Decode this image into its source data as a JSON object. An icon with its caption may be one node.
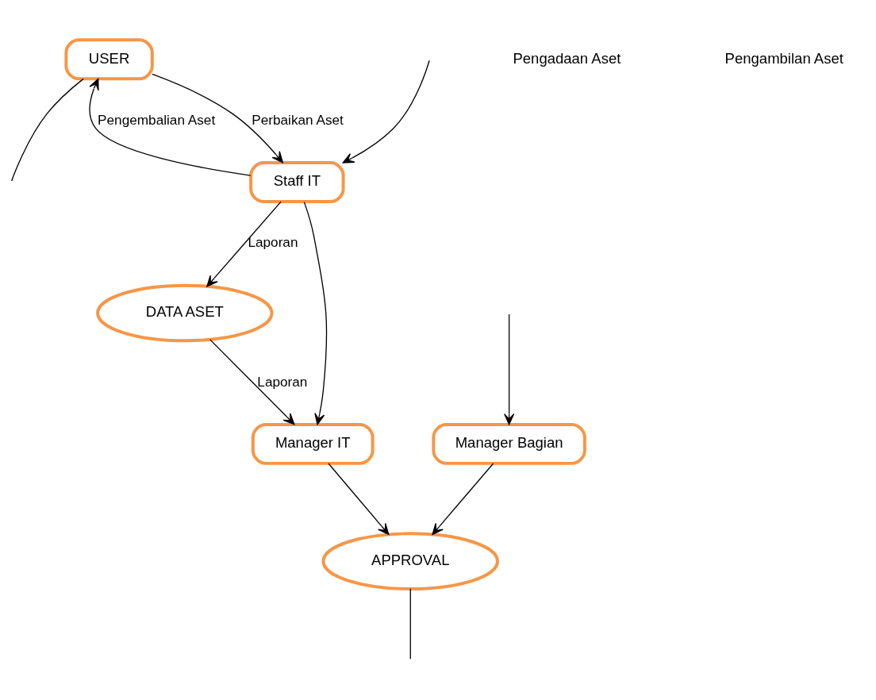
{
  "diagram": {
    "nodes": [
      {
        "text": [
          "USER"
        ]
      },
      {
        "text": [
          "Staff IT"
        ]
      },
      {
        "text": [
          "DATA ASET"
        ]
      },
      {
        "text": [
          "APPROVAL"
        ]
      },
      {
        "text": [
          "Manager IT"
        ]
      },
      {
        "text": [
          "Manager Bagian"
        ]
      }
    ],
    "edges": [
      {
        "from": 0,
        "to": 1,
        "arrow": "to",
        "label": "Perbaikan Aset"
      },
      {
        "from": 1,
        "to": 0,
        "arrow": "to",
        "label": "Pengembalian Aset"
      },
      {
        "from": 1,
        "to": 2,
        "arrow": "to",
        "label": "Laporan"
      },
      {
        "from": 2,
        "to": 4,
        "arrow": "to",
        "label": "Laporan"
      },
      {
        "from": 4,
        "to": 3,
        "arrow": "to"
      },
      {
        "from": 1,
        "to": 4,
        "arrow": "to"
      },
      {
        "from": 5,
        "to": 3,
        "arrow": "to"
      },
      {
        "from": 3,
        "to": null,
        "arrow": "none"
      },
      {
        "from": null,
        "to": 1,
        "arrow": "to"
      },
      {
        "from": 0,
        "to": null,
        "arrow": "none"
      },
      {
        "from": null,
        "to": 5,
        "arrow": "to"
      }
    ],
    "labels": [
      "Pengadaan Aset",
      "Pengambilan Aset"
    ]
  }
}
